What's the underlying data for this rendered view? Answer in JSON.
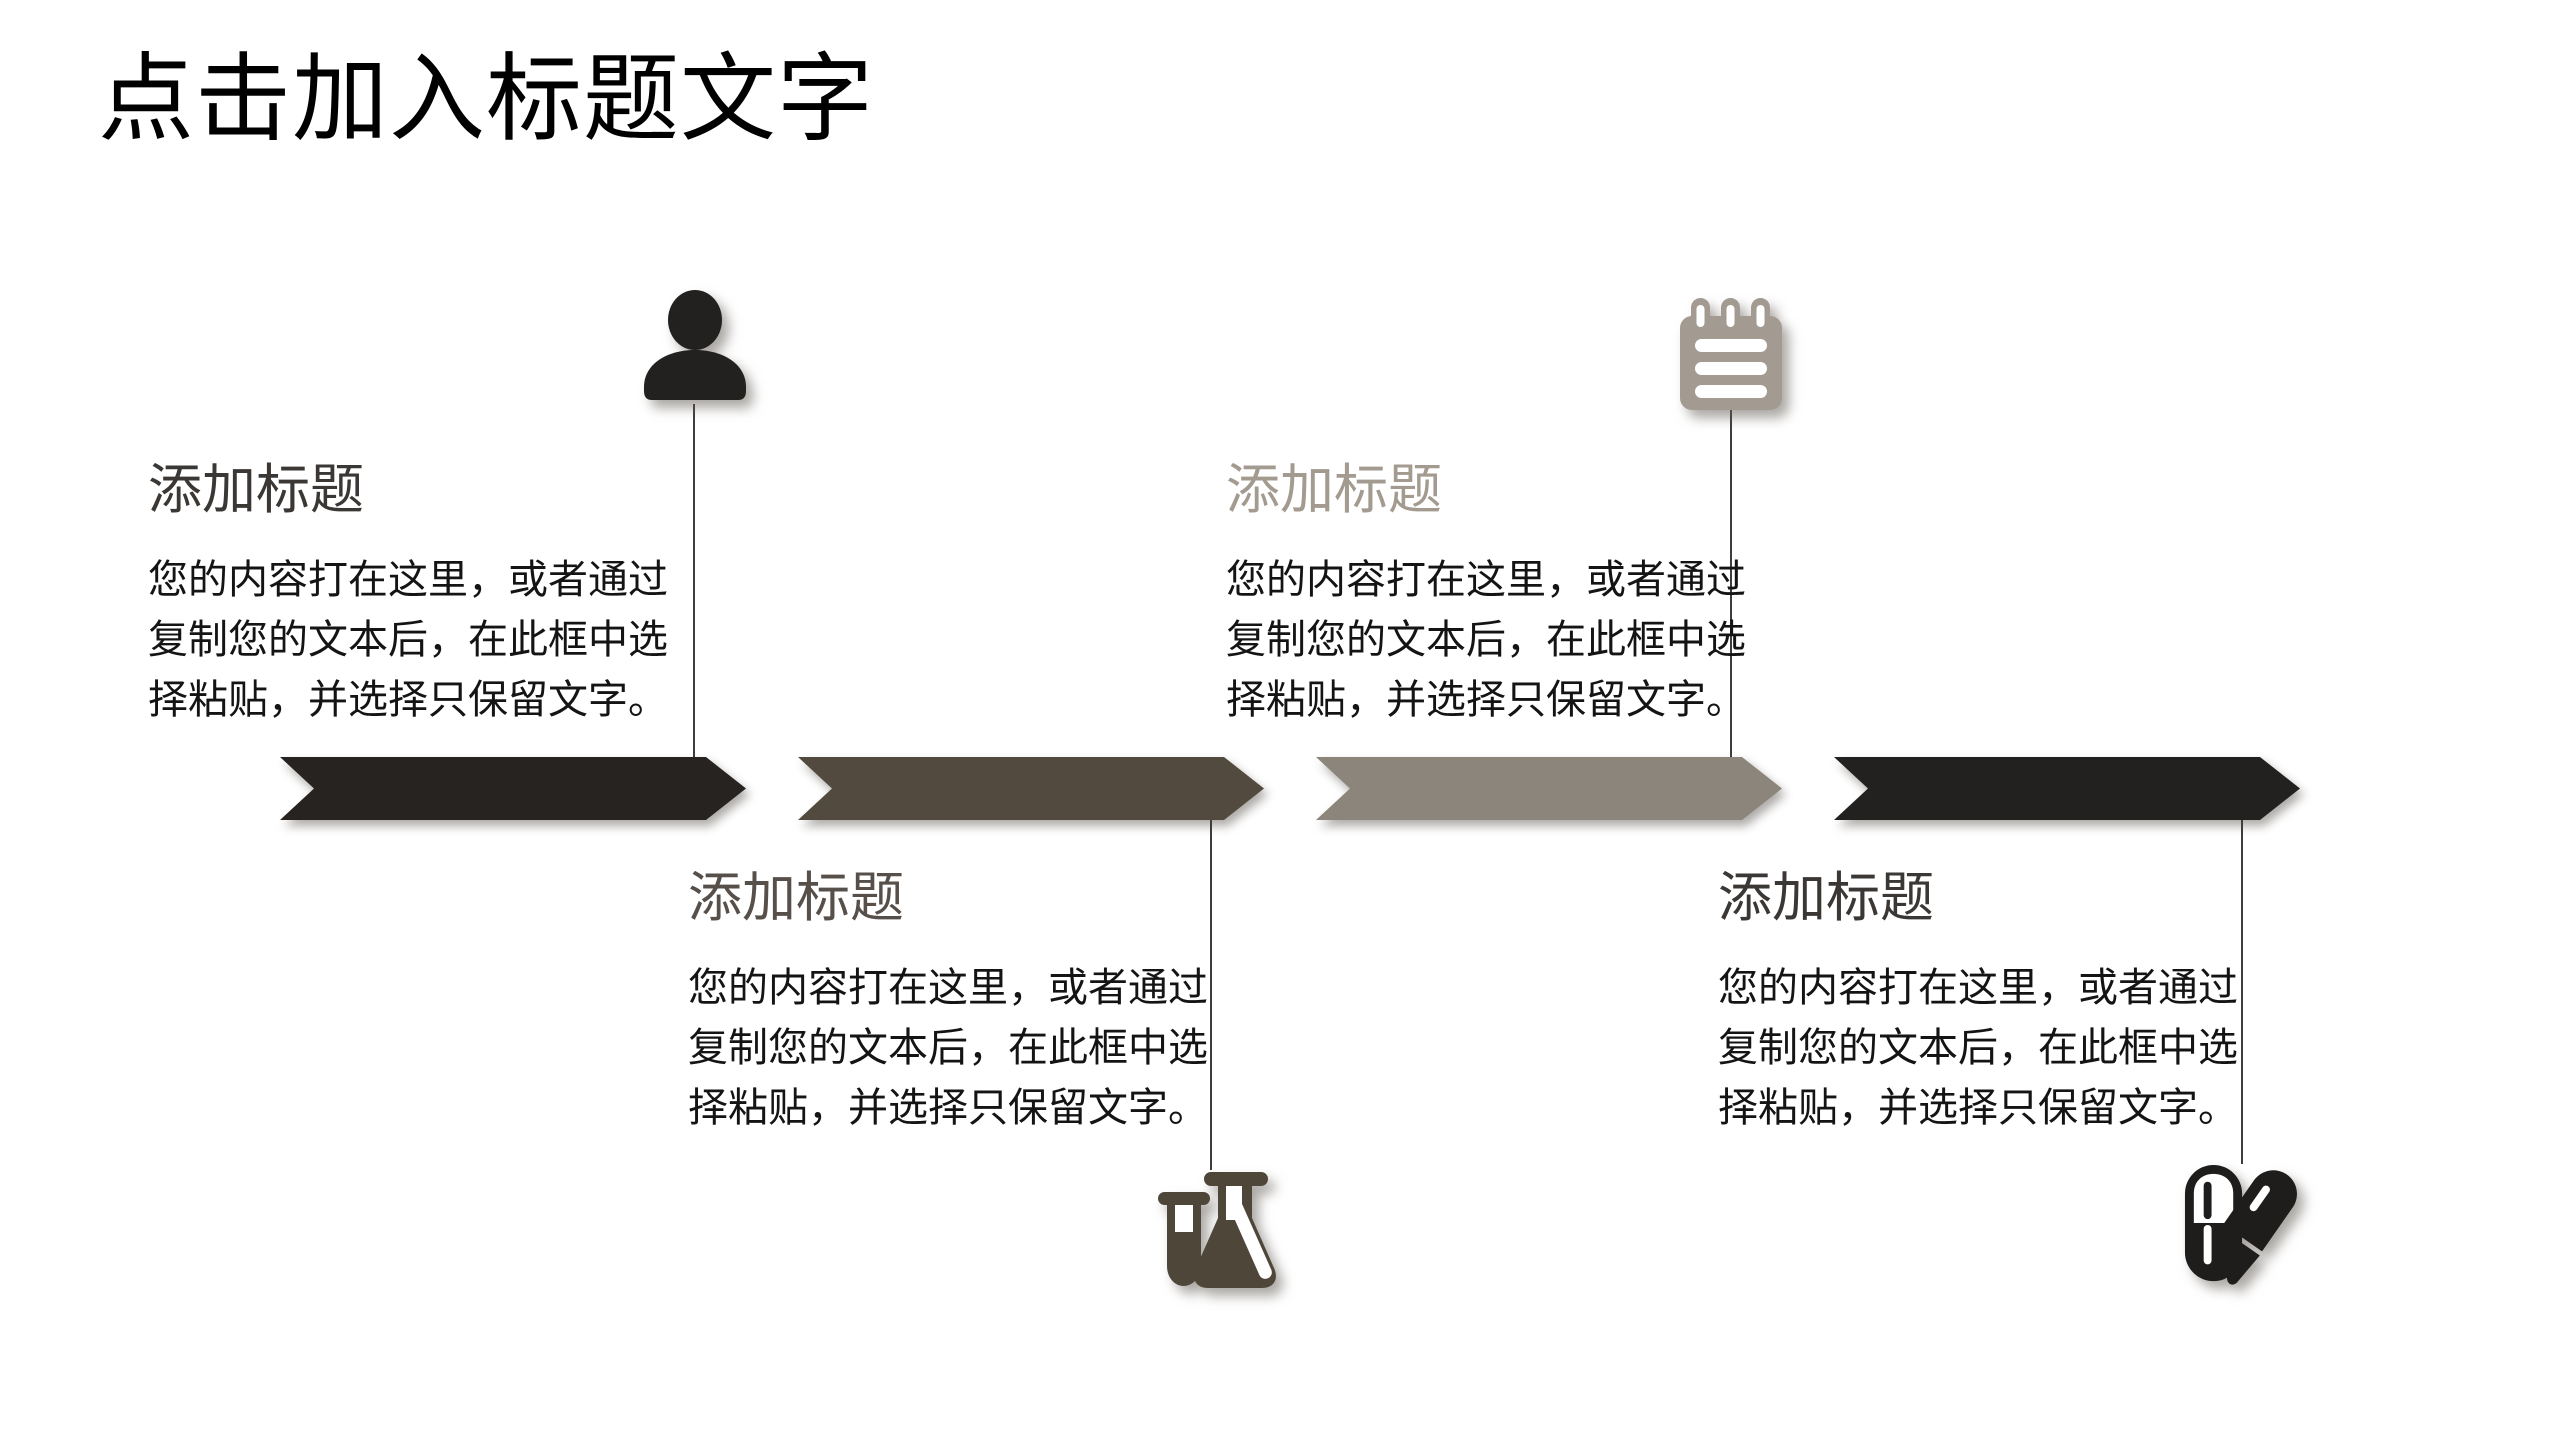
{
  "slide": {
    "title": "点击加入标题文字"
  },
  "sections": [
    {
      "heading": "添加标题",
      "heading_color": "#3a3734",
      "body": "您的内容打在这里，或者通过\n复制您的文本后，在此框中选\n择粘贴，并选择只保留文字。",
      "icon": "person-silhouette"
    },
    {
      "heading": "添加标题",
      "heading_color": "#57504a",
      "body": "您的内容打在这里，或者通过\n复制您的文本后，在此框中选\n择粘贴，并选择只保留文字。",
      "icon": "lab-flasks"
    },
    {
      "heading": "添加标题",
      "heading_color": "#a39a90",
      "body": "您的内容打在这里，或者通过\n复制您的文本后，在此框中选\n择粘贴，并选择只保留文字。",
      "icon": "notepad-list"
    },
    {
      "heading": "添加标题",
      "heading_color": "#3a3734",
      "body": "您的内容打在这里，或者通过\n复制您的文本后，在此框中选\n择粘贴，并选择只保留文字。",
      "icon": "capsule-pills"
    }
  ],
  "colors": {
    "title_text": "#000000",
    "body_text": "#141414",
    "connector": "#3f3d3b",
    "arrow1": "#262321",
    "arrow2": "#524a3e",
    "arrow3": "#8c857b",
    "arrow4": "#232120",
    "icon_person": "#23211f",
    "icon_notepad": "#a39b92",
    "icon_flask": "#4f463a",
    "icon_pills": "#1f1d1c"
  }
}
